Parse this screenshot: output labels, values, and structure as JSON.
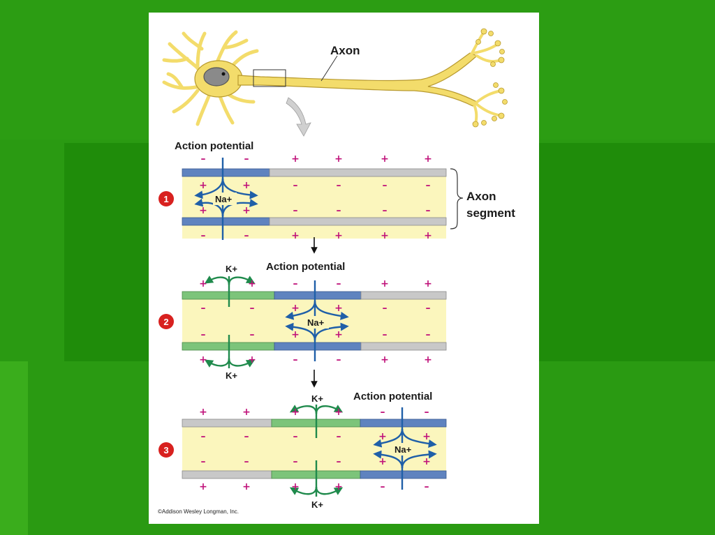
{
  "slide": {
    "background_color": "#2a9a12",
    "copyright": "©Addison Wesley Longman, Inc."
  },
  "neuron": {
    "axon_label": "Axon",
    "segment_label_line1": "Axon",
    "segment_label_line2": "segment"
  },
  "colors": {
    "depolarized": "#5f83bf",
    "repolarizing": "#7cc47a",
    "resting": "#c8c8c8",
    "axoplasm": "#fbf6bd",
    "charge": "#c0127a",
    "na_arrow": "#1f5fa8",
    "k_arrow": "#1f8a4c"
  },
  "steps": [
    {
      "number": "1",
      "ap_label": "Action potential",
      "na_label": "Na+",
      "k_top_label": "",
      "k_bottom_label": "",
      "charges": {
        "outer_top": [
          "–",
          "–",
          "+",
          "+",
          "+",
          "+"
        ],
        "inner_top": [
          "+",
          "+",
          "–",
          "–",
          "–",
          "–"
        ],
        "inner_bottom": [
          "+",
          "+",
          "–",
          "–",
          "–",
          "–"
        ],
        "outer_bottom": [
          "–",
          "–",
          "+",
          "+",
          "+",
          "+"
        ]
      }
    },
    {
      "number": "2",
      "ap_label": "Action potential",
      "na_label": "Na+",
      "k_top_label": "K+",
      "k_bottom_label": "K+",
      "charges": {
        "outer_top": [
          "+",
          "+",
          "–",
          "–",
          "+",
          "+"
        ],
        "inner_top": [
          "–",
          "–",
          "+",
          "+",
          "–",
          "–"
        ],
        "inner_bottom": [
          "–",
          "–",
          "+",
          "+",
          "–",
          "–"
        ],
        "outer_bottom": [
          "+",
          "+",
          "–",
          "–",
          "+",
          "+"
        ]
      }
    },
    {
      "number": "3",
      "ap_label": "Action potential",
      "na_label": "Na+",
      "k_top_label": "K+",
      "k_bottom_label": "K+",
      "charges": {
        "outer_top": [
          "+",
          "+",
          "+",
          "+",
          "–",
          "–"
        ],
        "inner_top": [
          "–",
          "–",
          "–",
          "–",
          "+",
          "+"
        ],
        "inner_bottom": [
          "–",
          "–",
          "–",
          "–",
          "+",
          "+"
        ],
        "outer_bottom": [
          "+",
          "+",
          "+",
          "+",
          "–",
          "–"
        ]
      }
    }
  ]
}
